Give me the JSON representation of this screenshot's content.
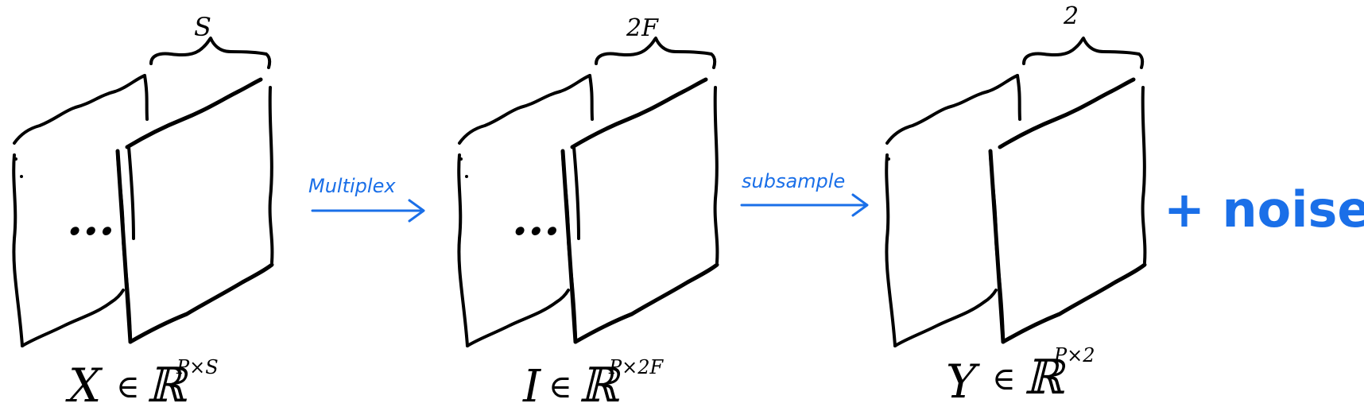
{
  "blocks": [
    {
      "top_label": "S",
      "caption_var": "X",
      "caption_rel": "∈",
      "caption_set": "ℝ",
      "caption_exp": "P×S",
      "ellipsis": "..."
    },
    {
      "top_label": "2F",
      "caption_var": "I",
      "caption_rel": "∈",
      "caption_set": "ℝ",
      "caption_exp": "P×2F",
      "ellipsis": "..."
    },
    {
      "top_label": "2",
      "caption_var": "Y",
      "caption_rel": "∈",
      "caption_set": "ℝ",
      "caption_exp": "P×2",
      "ellipsis": ""
    }
  ],
  "arrows": [
    {
      "label": "Multiplex"
    },
    {
      "label": "subsample"
    }
  ],
  "noise_text": "+ noise",
  "colors": {
    "ink": "#000000",
    "annotation": "#1a6fe8"
  }
}
